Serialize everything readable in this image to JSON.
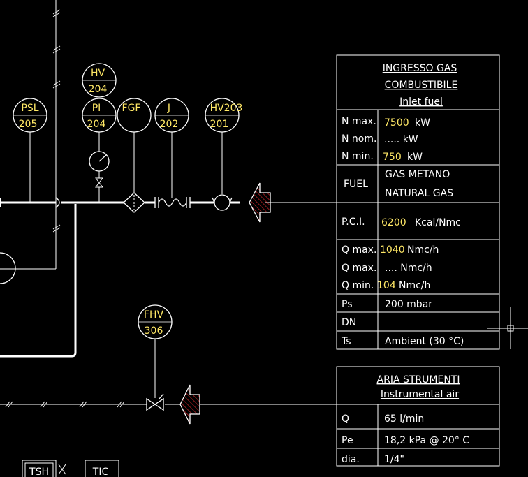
{
  "instruments": {
    "hv204": {
      "tag": "HV",
      "num": "204"
    },
    "psl205": {
      "tag": "PSL",
      "num": "205"
    },
    "pi204": {
      "tag": "PI",
      "num": "204"
    },
    "fgf": {
      "tag": "FGF"
    },
    "j202": {
      "tag": "J",
      "num": "202"
    },
    "hv201": {
      "tag": "HV203",
      "num": "201"
    },
    "fhv306": {
      "tag": "FHV",
      "num": "306"
    },
    "bottom_left": {
      "tag": "TSH"
    },
    "tic": {
      "tag": "TIC"
    }
  },
  "gas_table": {
    "title_1": "INGRESSO GAS",
    "title_2": "COMBUSTIBILE",
    "subtitle": "Inlet fuel",
    "n_max_label": "N max.",
    "n_max_value": "7500",
    "n_max_unit": "kW",
    "n_nom_label": "N nom.",
    "n_nom_value": "..... kW",
    "n_min_label": "N min.",
    "n_min_value": "750",
    "n_min_unit": "kW",
    "fuel_label": "FUEL",
    "fuel_value_1": "GAS METANO",
    "fuel_value_2": "NATURAL GAS",
    "pci_label": "P.C.I.",
    "pci_value": "6200",
    "pci_unit": "Kcal/Nmc",
    "q_max_label": "Q max.",
    "q_max_value": "1040",
    "q_max_unit": "Nmc/h",
    "q_max2_label": "Q max.",
    "q_max2_value": ".... Nmc/h",
    "q_min_label": "Q min.",
    "q_min_value": "104",
    "q_min_unit": "Nmc/h",
    "ps_label": "Ps",
    "ps_value": "200 mbar",
    "dn_label": "DN",
    "ts_label": "Ts",
    "ts_value": "Ambient (30 °C)"
  },
  "air_table": {
    "title": "ARIA STRUMENTI",
    "subtitle": "Instrumental air",
    "q_label": "Q",
    "q_value": "65 l/min",
    "pe_label": "Pe",
    "pe_value": "18,2 kPa @ 20° C",
    "dia_label": "dia.",
    "dia_value": "1/4\""
  }
}
